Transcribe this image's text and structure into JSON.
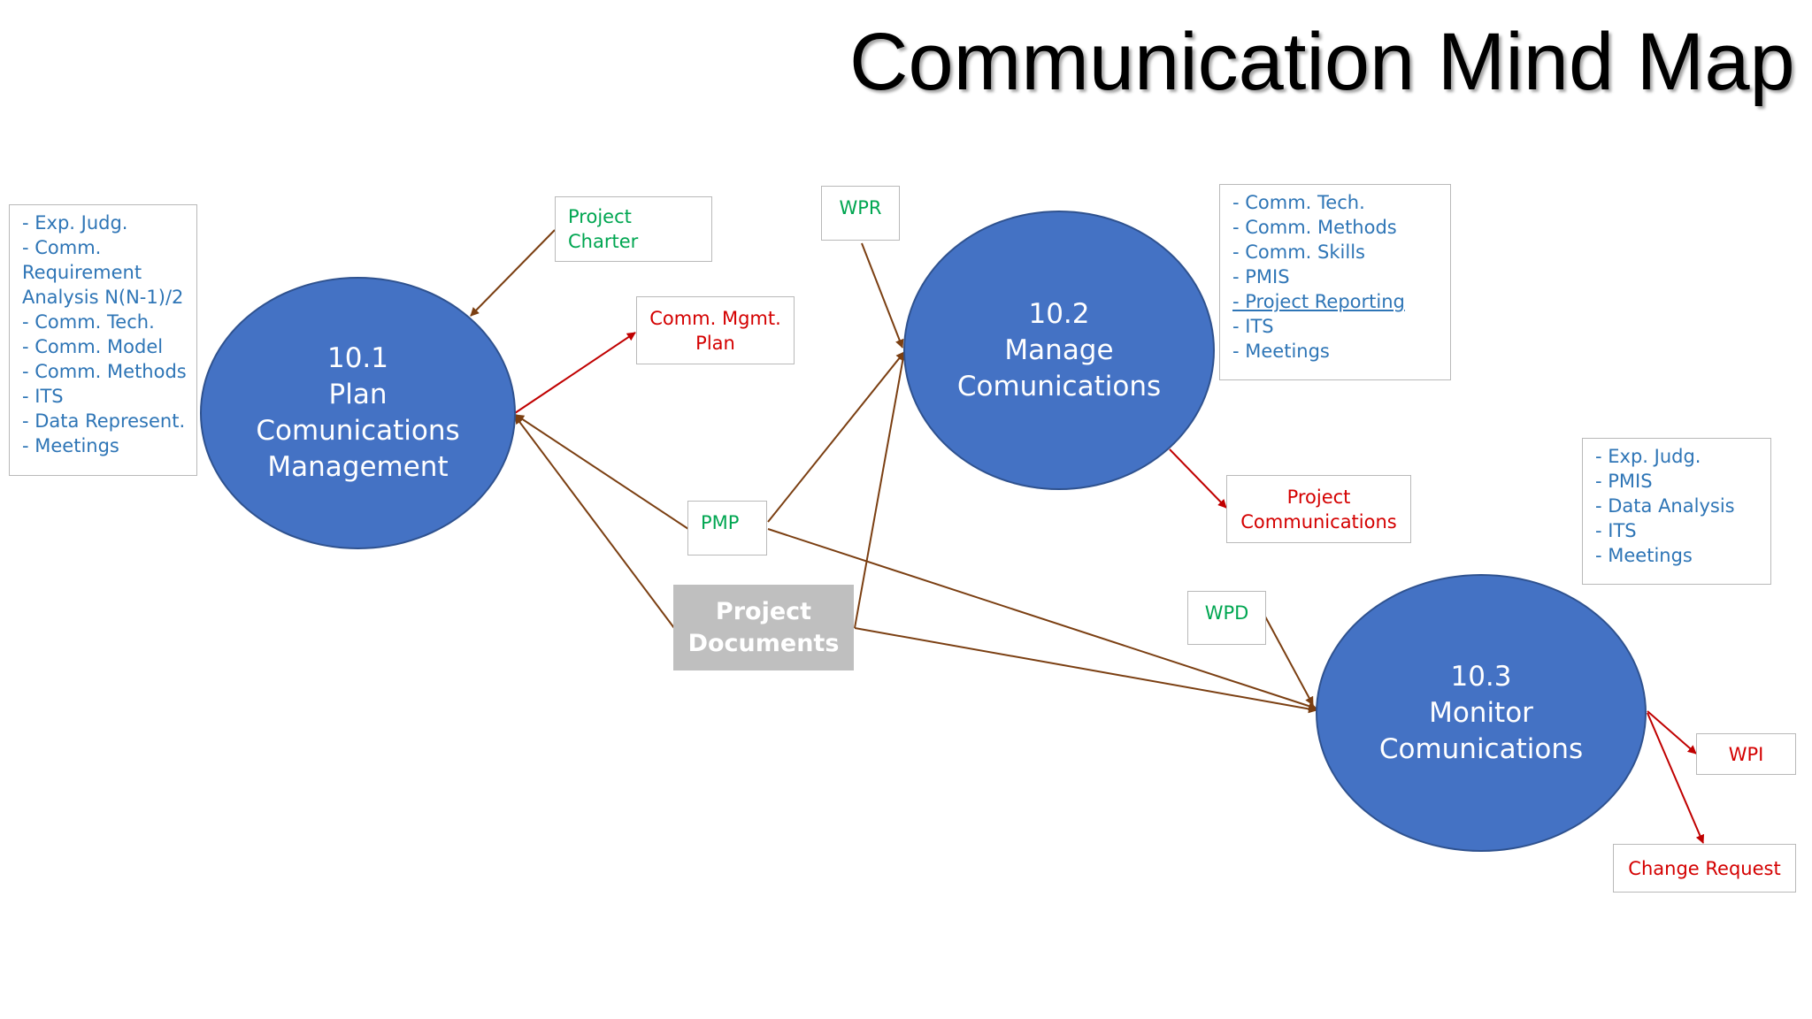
{
  "title": "Communication Mind Map",
  "colors": {
    "node": "#4472c4",
    "input_text": "#00a651",
    "output_text": "#d40000",
    "tools_text": "#2e75b6",
    "arrow_brown": "#7b3f12",
    "arrow_red": "#c00000",
    "documents_box": "#bfbfbf"
  },
  "nodes": {
    "plan": {
      "number": "10.1",
      "line1": "Plan",
      "line2": "Comunications",
      "line3": "Management"
    },
    "manage": {
      "number": "10.2",
      "line1": "Manage",
      "line2": "Comunications"
    },
    "monitor": {
      "number": "10.3",
      "line1": "Monitor",
      "line2": "Comunications"
    }
  },
  "plan_tools": [
    "- Exp. Judg.",
    "- Comm.",
    "Requirement",
    "Analysis N(N-1)/2",
    "- Comm. Tech.",
    "- Comm. Model",
    "- Comm. Methods",
    "- ITS",
    "- Data Represent.",
    "- Meetings"
  ],
  "manage_tools": [
    "- Comm. Tech.",
    "- Comm. Methods",
    "- Comm. Skills",
    "- PMIS",
    "- Project Reporting",
    "- ITS",
    "- Meetings"
  ],
  "monitor_tools": [
    "- Exp. Judg.",
    "- PMIS",
    "- Data Analysis",
    "- ITS",
    "- Meetings"
  ],
  "inputs": {
    "project_charter": [
      "Project",
      "Charter"
    ],
    "wpr": "WPR",
    "pmp": "PMP",
    "wpd": "WPD",
    "project_documents": [
      "Project",
      "Documents"
    ]
  },
  "outputs": {
    "comm_mgmt_plan": [
      "Comm. Mgmt.",
      "Plan"
    ],
    "project_communications": [
      "Project",
      "Communications"
    ],
    "wpi": "WPI",
    "change_request": "Change Request"
  }
}
